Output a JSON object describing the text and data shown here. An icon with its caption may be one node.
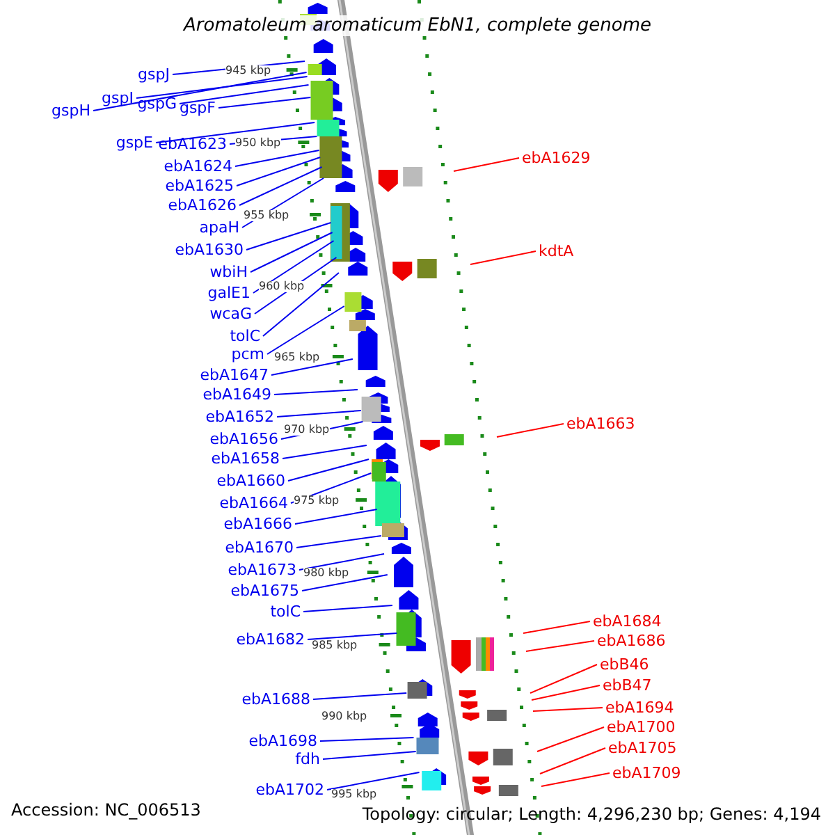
{
  "diagram": {
    "title": "Aromatoleum aromaticum EbN1, complete genome",
    "nodes": [
      {
        "text": [
          "gspJ"
        ]
      },
      {
        "text": [
          "gspI"
        ]
      },
      {
        "text": [
          "gspG"
        ]
      },
      {
        "text": [
          "gspH"
        ]
      },
      {
        "text": [
          "gspF"
        ]
      },
      {
        "text": [
          "gspE"
        ]
      },
      {
        "text": [
          "ebA1623"
        ]
      },
      {
        "text": [
          "ebA1624"
        ]
      },
      {
        "text": [
          "ebA1625"
        ]
      },
      {
        "text": [
          "ebA1626"
        ]
      },
      {
        "text": [
          "apaH"
        ]
      },
      {
        "text": [
          "ebA1630"
        ]
      },
      {
        "text": [
          "wbiH"
        ]
      },
      {
        "text": [
          "galE1"
        ]
      },
      {
        "text": [
          "wcaG"
        ]
      },
      {
        "text": [
          "tolC"
        ]
      },
      {
        "text": [
          "pcm"
        ]
      },
      {
        "text": [
          "ebA1647"
        ]
      },
      {
        "text": [
          "ebA1649"
        ]
      },
      {
        "text": [
          "ebA1652"
        ]
      },
      {
        "text": [
          "ebA1656"
        ]
      },
      {
        "text": [
          "ebA1658"
        ]
      },
      {
        "text": [
          "ebA1660"
        ]
      },
      {
        "text": [
          "ebA1664"
        ]
      },
      {
        "text": [
          "ebA1666"
        ]
      },
      {
        "text": [
          "ebA1670"
        ]
      },
      {
        "text": [
          "ebA1673"
        ]
      },
      {
        "text": [
          "ebA1675"
        ]
      },
      {
        "text": [
          "tolC"
        ]
      },
      {
        "text": [
          "ebA1682"
        ]
      },
      {
        "text": [
          "ebA1688"
        ]
      },
      {
        "text": [
          "ebA1698"
        ]
      },
      {
        "text": [
          "fdh"
        ]
      },
      {
        "text": [
          "ebA1702"
        ]
      },
      {
        "text": [
          "ebA1629"
        ]
      },
      {
        "text": [
          "kdtA"
        ]
      },
      {
        "text": [
          "ebA1663"
        ]
      },
      {
        "text": [
          "ebA1684"
        ]
      },
      {
        "text": [
          "ebA1686"
        ]
      },
      {
        "text": [
          "ebB46"
        ]
      },
      {
        "text": [
          "ebB47"
        ]
      },
      {
        "text": [
          "ebA1694"
        ]
      },
      {
        "text": [
          "ebA1700"
        ]
      },
      {
        "text": [
          "ebA1705"
        ]
      },
      {
        "text": [
          "ebA1709"
        ]
      }
    ],
    "edges": [
      {
        "from": 0,
        "to": null,
        "arrow": "none"
      },
      {
        "from": 1,
        "to": null,
        "arrow": "none"
      },
      {
        "from": 2,
        "to": null,
        "arrow": "none"
      },
      {
        "from": 3,
        "to": null,
        "arrow": "none"
      },
      {
        "from": 4,
        "to": null,
        "arrow": "none"
      },
      {
        "from": 5,
        "to": null,
        "arrow": "none"
      },
      {
        "from": 6,
        "to": null,
        "arrow": "none"
      },
      {
        "from": 7,
        "to": null,
        "arrow": "none"
      },
      {
        "from": 8,
        "to": null,
        "arrow": "none"
      },
      {
        "from": 9,
        "to": null,
        "arrow": "none"
      },
      {
        "from": 10,
        "to": null,
        "arrow": "none"
      },
      {
        "from": 11,
        "to": null,
        "arrow": "none"
      },
      {
        "from": 12,
        "to": null,
        "arrow": "none"
      },
      {
        "from": 13,
        "to": null,
        "arrow": "none"
      },
      {
        "from": 14,
        "to": null,
        "arrow": "none"
      },
      {
        "from": 15,
        "to": null,
        "arrow": "none"
      },
      {
        "from": 16,
        "to": null,
        "arrow": "none"
      },
      {
        "from": 17,
        "to": null,
        "arrow": "none"
      },
      {
        "from": 18,
        "to": null,
        "arrow": "none"
      },
      {
        "from": 19,
        "to": null,
        "arrow": "none"
      },
      {
        "from": 20,
        "to": null,
        "arrow": "none"
      },
      {
        "from": 21,
        "to": null,
        "arrow": "none"
      },
      {
        "from": 22,
        "to": null,
        "arrow": "none"
      },
      {
        "from": 23,
        "to": null,
        "arrow": "none"
      },
      {
        "from": 24,
        "to": null,
        "arrow": "none"
      },
      {
        "from": 25,
        "to": null,
        "arrow": "none"
      },
      {
        "from": 26,
        "to": null,
        "arrow": "none"
      },
      {
        "from": 27,
        "to": null,
        "arrow": "none"
      },
      {
        "from": 28,
        "to": null,
        "arrow": "none"
      },
      {
        "from": 29,
        "to": null,
        "arrow": "none"
      },
      {
        "from": 30,
        "to": null,
        "arrow": "none"
      },
      {
        "from": 31,
        "to": null,
        "arrow": "none"
      },
      {
        "from": 32,
        "to": null,
        "arrow": "none"
      },
      {
        "from": 33,
        "to": null,
        "arrow": "none"
      },
      {
        "from": 34,
        "to": null,
        "arrow": "none",
        "color": "#ff0000"
      },
      {
        "from": 35,
        "to": null,
        "arrow": "none",
        "color": "#ff0000"
      },
      {
        "from": 36,
        "to": null,
        "arrow": "none",
        "color": "#ff0000"
      },
      {
        "from": 37,
        "to": null,
        "arrow": "none",
        "color": "#ff0000"
      },
      {
        "from": 38,
        "to": null,
        "arrow": "none",
        "color": "#ff0000"
      },
      {
        "from": 39,
        "to": null,
        "arrow": "none",
        "color": "#ff0000"
      },
      {
        "from": 40,
        "to": null,
        "arrow": "none",
        "color": "#ff0000"
      },
      {
        "from": 41,
        "to": null,
        "arrow": "none",
        "color": "#ff0000"
      },
      {
        "from": 42,
        "to": null,
        "arrow": "none",
        "color": "#ff0000"
      },
      {
        "from": 43,
        "to": null,
        "arrow": "none",
        "color": "#ff0000"
      },
      {
        "from": 44,
        "to": null,
        "arrow": "none",
        "color": "#ff0000"
      }
    ],
    "labels": [
      "945 kbp",
      "950 kbp",
      "955 kbp",
      "960 kbp",
      "965 kbp",
      "970 kbp",
      "975 kbp",
      "980 kbp",
      "985 kbp",
      "990 kbp",
      "995 kbp",
      "Accession: NC_006513",
      "Topology: circular; Length: 4,296,230 bp; Genes: 4,194"
    ]
  }
}
